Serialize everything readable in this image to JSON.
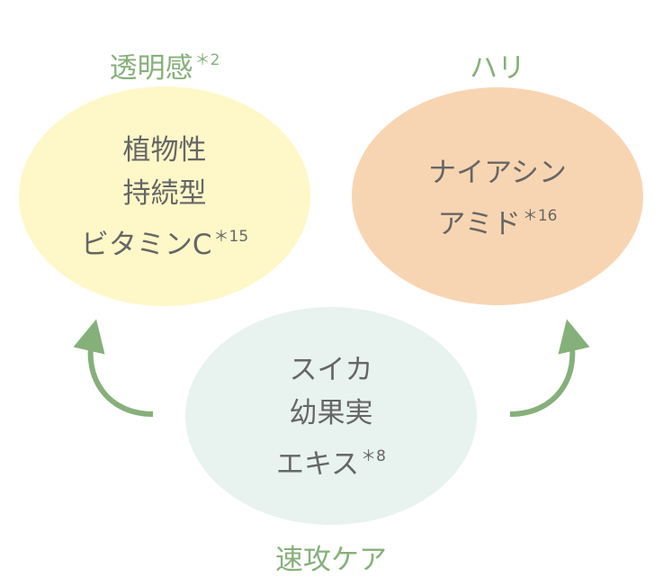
{
  "colors": {
    "yellow": "#fef8c8",
    "orange": "#f8d5b2",
    "mint": "#e8f2ee",
    "green": "#86b07a",
    "text": "#666666"
  },
  "left": {
    "label": "透明感",
    "label_note": "＊2",
    "lines": [
      "植物性",
      "持続型",
      "ビタミンC"
    ],
    "note": "＊15"
  },
  "right": {
    "label": "ハリ",
    "lines": [
      "ナイアシン",
      "アミド"
    ],
    "note": "＊16"
  },
  "bottom": {
    "label": "速攻ケア",
    "lines": [
      "スイカ",
      "幼果実",
      "エキス"
    ],
    "note": "＊8"
  }
}
